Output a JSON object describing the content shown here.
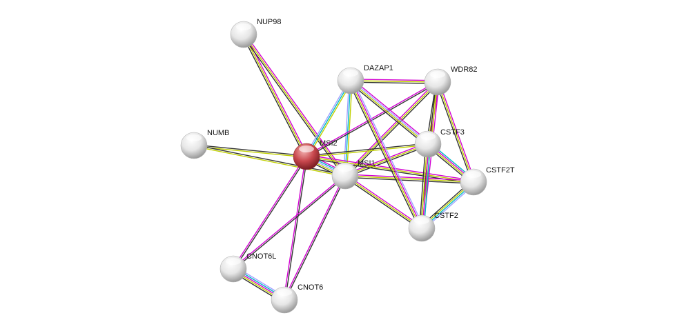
{
  "network": {
    "query_protein": "MSI2",
    "nodes": [
      {
        "id": "NUP98",
        "label": "NUP98",
        "query": false
      },
      {
        "id": "DAZAP1",
        "label": "DAZAP1",
        "query": false
      },
      {
        "id": "WDR82",
        "label": "WDR82",
        "query": false
      },
      {
        "id": "NUMB",
        "label": "NUMB",
        "query": false
      },
      {
        "id": "MSI2",
        "label": "MSI2",
        "query": true
      },
      {
        "id": "MSI1",
        "label": "MSI1",
        "query": false
      },
      {
        "id": "CSTF3",
        "label": "CSTF3",
        "query": false
      },
      {
        "id": "CSTF2T",
        "label": "CSTF2T",
        "query": false
      },
      {
        "id": "CSTF2",
        "label": "CSTF2",
        "query": false
      },
      {
        "id": "CNOT6L",
        "label": "CNOT6L",
        "query": false
      },
      {
        "id": "CNOT6",
        "label": "CNOT6",
        "query": false
      }
    ],
    "evidence_colors": {
      "experiments": "#d200d2",
      "databases": "#00b8c8",
      "homology": "#a0a0ff",
      "textmining": "#c0d000",
      "coexpression": "#333333"
    },
    "node_colors": {
      "query": "#c0393f",
      "default": "#e4e4e4"
    },
    "edges": [
      {
        "a": "NUP98",
        "b": "MSI2",
        "evidence": [
          "experiments",
          "textmining",
          "coexpression"
        ]
      },
      {
        "a": "NUP98",
        "b": "MSI1",
        "evidence": [
          "experiments",
          "textmining",
          "coexpression"
        ]
      },
      {
        "a": "NUMB",
        "b": "MSI2",
        "evidence": [
          "coexpression",
          "textmining"
        ]
      },
      {
        "a": "NUMB",
        "b": "MSI1",
        "evidence": [
          "coexpression",
          "textmining"
        ]
      },
      {
        "a": "MSI2",
        "b": "MSI1",
        "evidence": [
          "experiments",
          "databases",
          "homology",
          "textmining",
          "coexpression"
        ]
      },
      {
        "a": "MSI2",
        "b": "DAZAP1",
        "evidence": [
          "homology",
          "databases",
          "textmining"
        ]
      },
      {
        "a": "MSI1",
        "b": "DAZAP1",
        "evidence": [
          "homology",
          "databases",
          "textmining"
        ]
      },
      {
        "a": "MSI2",
        "b": "WDR82",
        "evidence": [
          "experiments",
          "coexpression"
        ]
      },
      {
        "a": "MSI1",
        "b": "WDR82",
        "evidence": [
          "experiments",
          "textmining",
          "coexpression"
        ]
      },
      {
        "a": "MSI2",
        "b": "CSTF3",
        "evidence": [
          "coexpression",
          "textmining"
        ]
      },
      {
        "a": "MSI1",
        "b": "CSTF3",
        "evidence": [
          "experiments",
          "textmining",
          "coexpression"
        ]
      },
      {
        "a": "MSI2",
        "b": "CSTF2T",
        "evidence": [
          "experiments",
          "textmining",
          "coexpression"
        ]
      },
      {
        "a": "MSI1",
        "b": "CSTF2T",
        "evidence": [
          "experiments",
          "textmining",
          "coexpression"
        ]
      },
      {
        "a": "MSI1",
        "b": "CSTF2",
        "evidence": [
          "experiments",
          "textmining",
          "coexpression"
        ]
      },
      {
        "a": "DAZAP1",
        "b": "WDR82",
        "evidence": [
          "experiments",
          "textmining",
          "coexpression"
        ]
      },
      {
        "a": "DAZAP1",
        "b": "CSTF3",
        "evidence": [
          "experiments",
          "homology",
          "textmining",
          "coexpression"
        ]
      },
      {
        "a": "DAZAP1",
        "b": "CSTF2",
        "evidence": [
          "homology",
          "experiments",
          "textmining",
          "coexpression"
        ]
      },
      {
        "a": "WDR82",
        "b": "CSTF3",
        "evidence": [
          "experiments",
          "textmining",
          "coexpression"
        ]
      },
      {
        "a": "WDR82",
        "b": "CSTF2T",
        "evidence": [
          "experiments",
          "textmining",
          "coexpression"
        ]
      },
      {
        "a": "WDR82",
        "b": "CSTF2",
        "evidence": [
          "experiments",
          "textmining",
          "coexpression"
        ]
      },
      {
        "a": "CSTF3",
        "b": "CSTF2T",
        "evidence": [
          "databases",
          "experiments",
          "textmining",
          "coexpression"
        ]
      },
      {
        "a": "CSTF3",
        "b": "CSTF2",
        "evidence": [
          "databases",
          "experiments",
          "textmining",
          "coexpression"
        ]
      },
      {
        "a": "CSTF2T",
        "b": "CSTF2",
        "evidence": [
          "homology",
          "databases",
          "textmining",
          "coexpression"
        ]
      },
      {
        "a": "MSI2",
        "b": "CNOT6L",
        "evidence": [
          "coexpression",
          "experiments"
        ]
      },
      {
        "a": "MSI2",
        "b": "CNOT6",
        "evidence": [
          "coexpression",
          "experiments"
        ]
      },
      {
        "a": "MSI1",
        "b": "CNOT6L",
        "evidence": [
          "coexpression",
          "experiments"
        ]
      },
      {
        "a": "MSI1",
        "b": "CNOT6",
        "evidence": [
          "coexpression",
          "experiments"
        ]
      },
      {
        "a": "CNOT6L",
        "b": "CNOT6",
        "evidence": [
          "homology",
          "databases",
          "experiments",
          "textmining",
          "coexpression"
        ]
      }
    ]
  }
}
